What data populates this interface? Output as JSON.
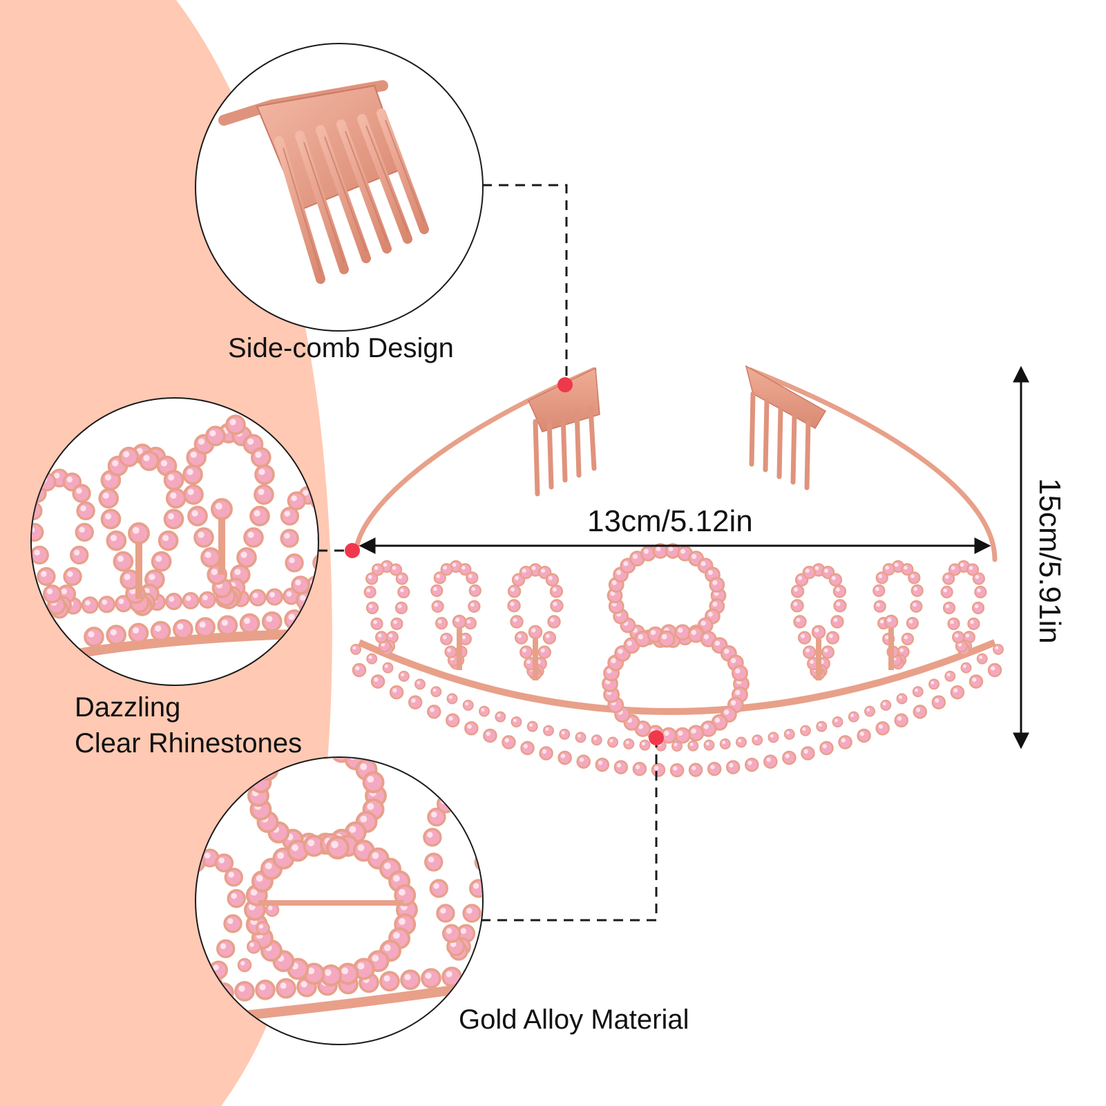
{
  "colors": {
    "background_shape": "#ffc9b3",
    "rose_gold": "#e8a089",
    "rose_gold_dark": "#c97a66",
    "rhinestone": "#f4a9c0",
    "rhinestone_dark": "#e27a9b",
    "marker_dot": "#f0384c",
    "leader_line": "#1a1a1a"
  },
  "callouts": {
    "comb": {
      "label": "Side-comb Design"
    },
    "rhinestones": {
      "label_line1": "Dazzling",
      "label_line2": "Clear Rhinestones"
    },
    "material": {
      "label": "Gold Alloy Material"
    }
  },
  "dimensions": {
    "width_label": "13cm/5.12in",
    "height_label": "15cm/5.91in"
  },
  "product": {
    "numeral": "8"
  }
}
